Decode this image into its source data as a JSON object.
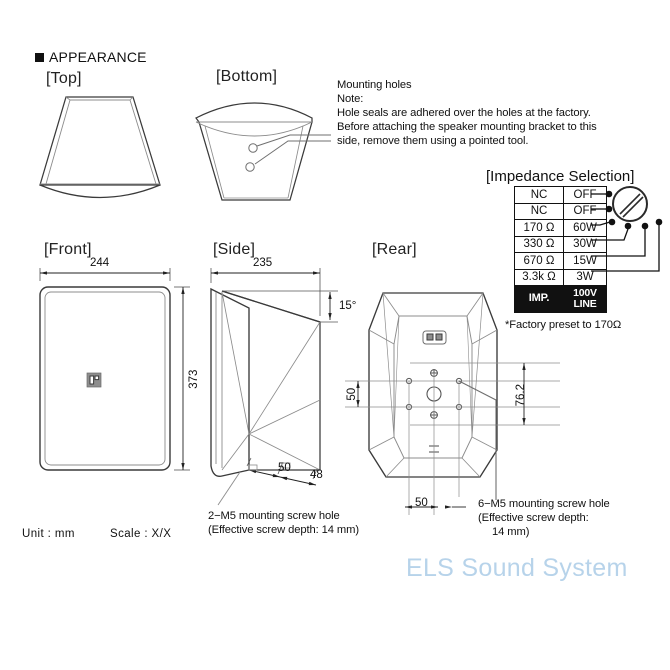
{
  "document": {
    "section_label": "APPEARANCE",
    "watermark": "ELS Sound System"
  },
  "views": {
    "top": "[Top]",
    "bottom": "[Bottom]",
    "front": "[Front]",
    "side": "[Side]",
    "rear": "[Rear]"
  },
  "notes": {
    "mounting_holes_title": "Mounting holes",
    "note_label": "Note:",
    "line1": "Hole seals are adhered over the holes at the factory.",
    "line2": "Before attaching the speaker mounting bracket to this",
    "line3": "side, remove them using a pointed tool."
  },
  "dimensions": {
    "front_width": "244",
    "front_height": "373",
    "side_depth": "235",
    "side_angle": "15°",
    "side_50": "50",
    "side_48": "48",
    "rear_50_vertical": "50",
    "rear_76_2": "76.2",
    "rear_50_horizontal": "50"
  },
  "callouts": {
    "screw_2m5_line1": "2−M5 mounting screw hole",
    "screw_2m5_line2": "(Effective screw depth: 14 mm)",
    "screw_6m5_line1": "6−M5 mounting screw hole",
    "screw_6m5_line2": "(Effective screw depth:",
    "screw_6m5_line3": "14 mm)"
  },
  "impedance": {
    "title": "[Impedance Selection]",
    "columns": [
      "IMP.",
      "100V\nLINE"
    ],
    "header_col1": "IMP.",
    "header_col2_line1": "100V",
    "header_col2_line2": "LINE",
    "rows": [
      {
        "impedance": "NC",
        "power": "OFF"
      },
      {
        "impedance": "NC",
        "power": "OFF"
      },
      {
        "impedance": "170 Ω",
        "power": "60W"
      },
      {
        "impedance": "330 Ω",
        "power": "30W"
      },
      {
        "impedance": "670 Ω",
        "power": "15W"
      },
      {
        "impedance": "3.3k Ω",
        "power": "3W"
      }
    ],
    "factory_note": "*Factory preset to 170Ω"
  },
  "footer": {
    "unit": "Unit : mm",
    "scale": "Scale : X/X"
  },
  "colors": {
    "line": "#333333",
    "thin_line": "#8a8a8a",
    "text": "#111111",
    "watermark": "#b7d3ea",
    "table_header_bg": "#111111"
  }
}
